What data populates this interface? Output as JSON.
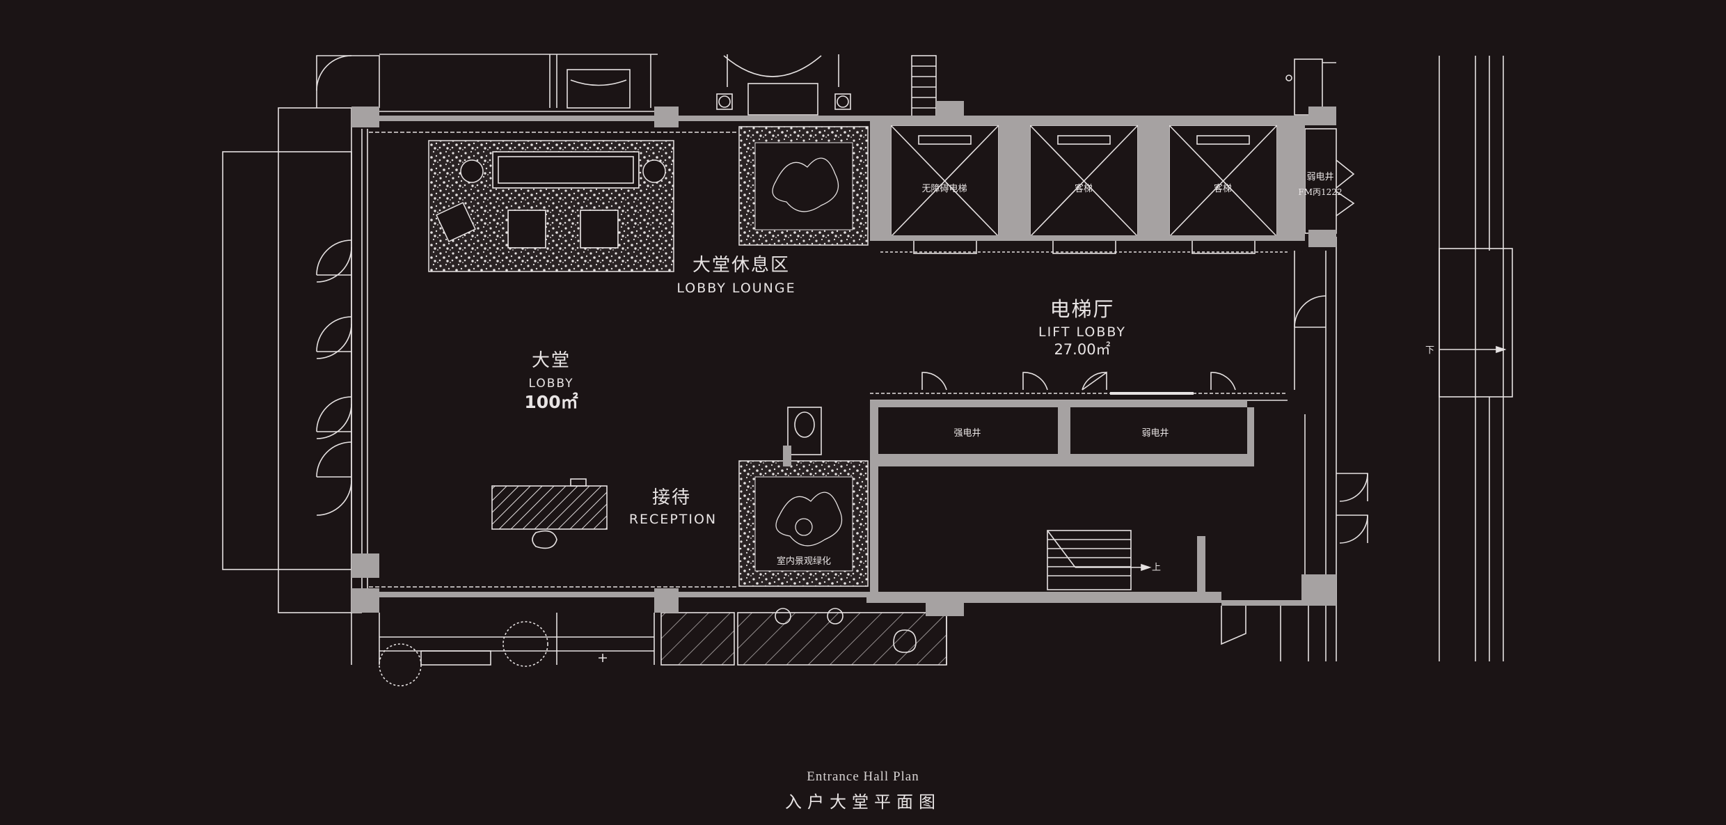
{
  "colors": {
    "background": "#1b1415",
    "wall": "#a6a2a2",
    "line": "#e6e2e2"
  },
  "rooms": {
    "lobby_lounge": {
      "zh": "大堂休息区",
      "en": "LOBBY LOUNGE"
    },
    "lobby": {
      "zh": "大堂",
      "en": "LOBBY",
      "area": "100㎡"
    },
    "lift_lobby": {
      "zh": "电梯厅",
      "en": "LIFT LOBBY",
      "area": "27.00㎡"
    },
    "reception": {
      "zh": "接待",
      "en": "RECEPTION"
    },
    "strong_shaft": "强电井",
    "weak_shaft": "弱电井",
    "weak_shaft_top": "弱电井",
    "weak_shaft_code": "FM丙1222",
    "elevator_1": "无障碍电梯",
    "elevator_2": "客梯",
    "elevator_3": "客梯",
    "landscape": "室内景观绿化",
    "stair_up": "上",
    "stair_down": "下"
  },
  "caption": {
    "en": "Entrance Hall Plan",
    "zh": "入户大堂平面图"
  }
}
